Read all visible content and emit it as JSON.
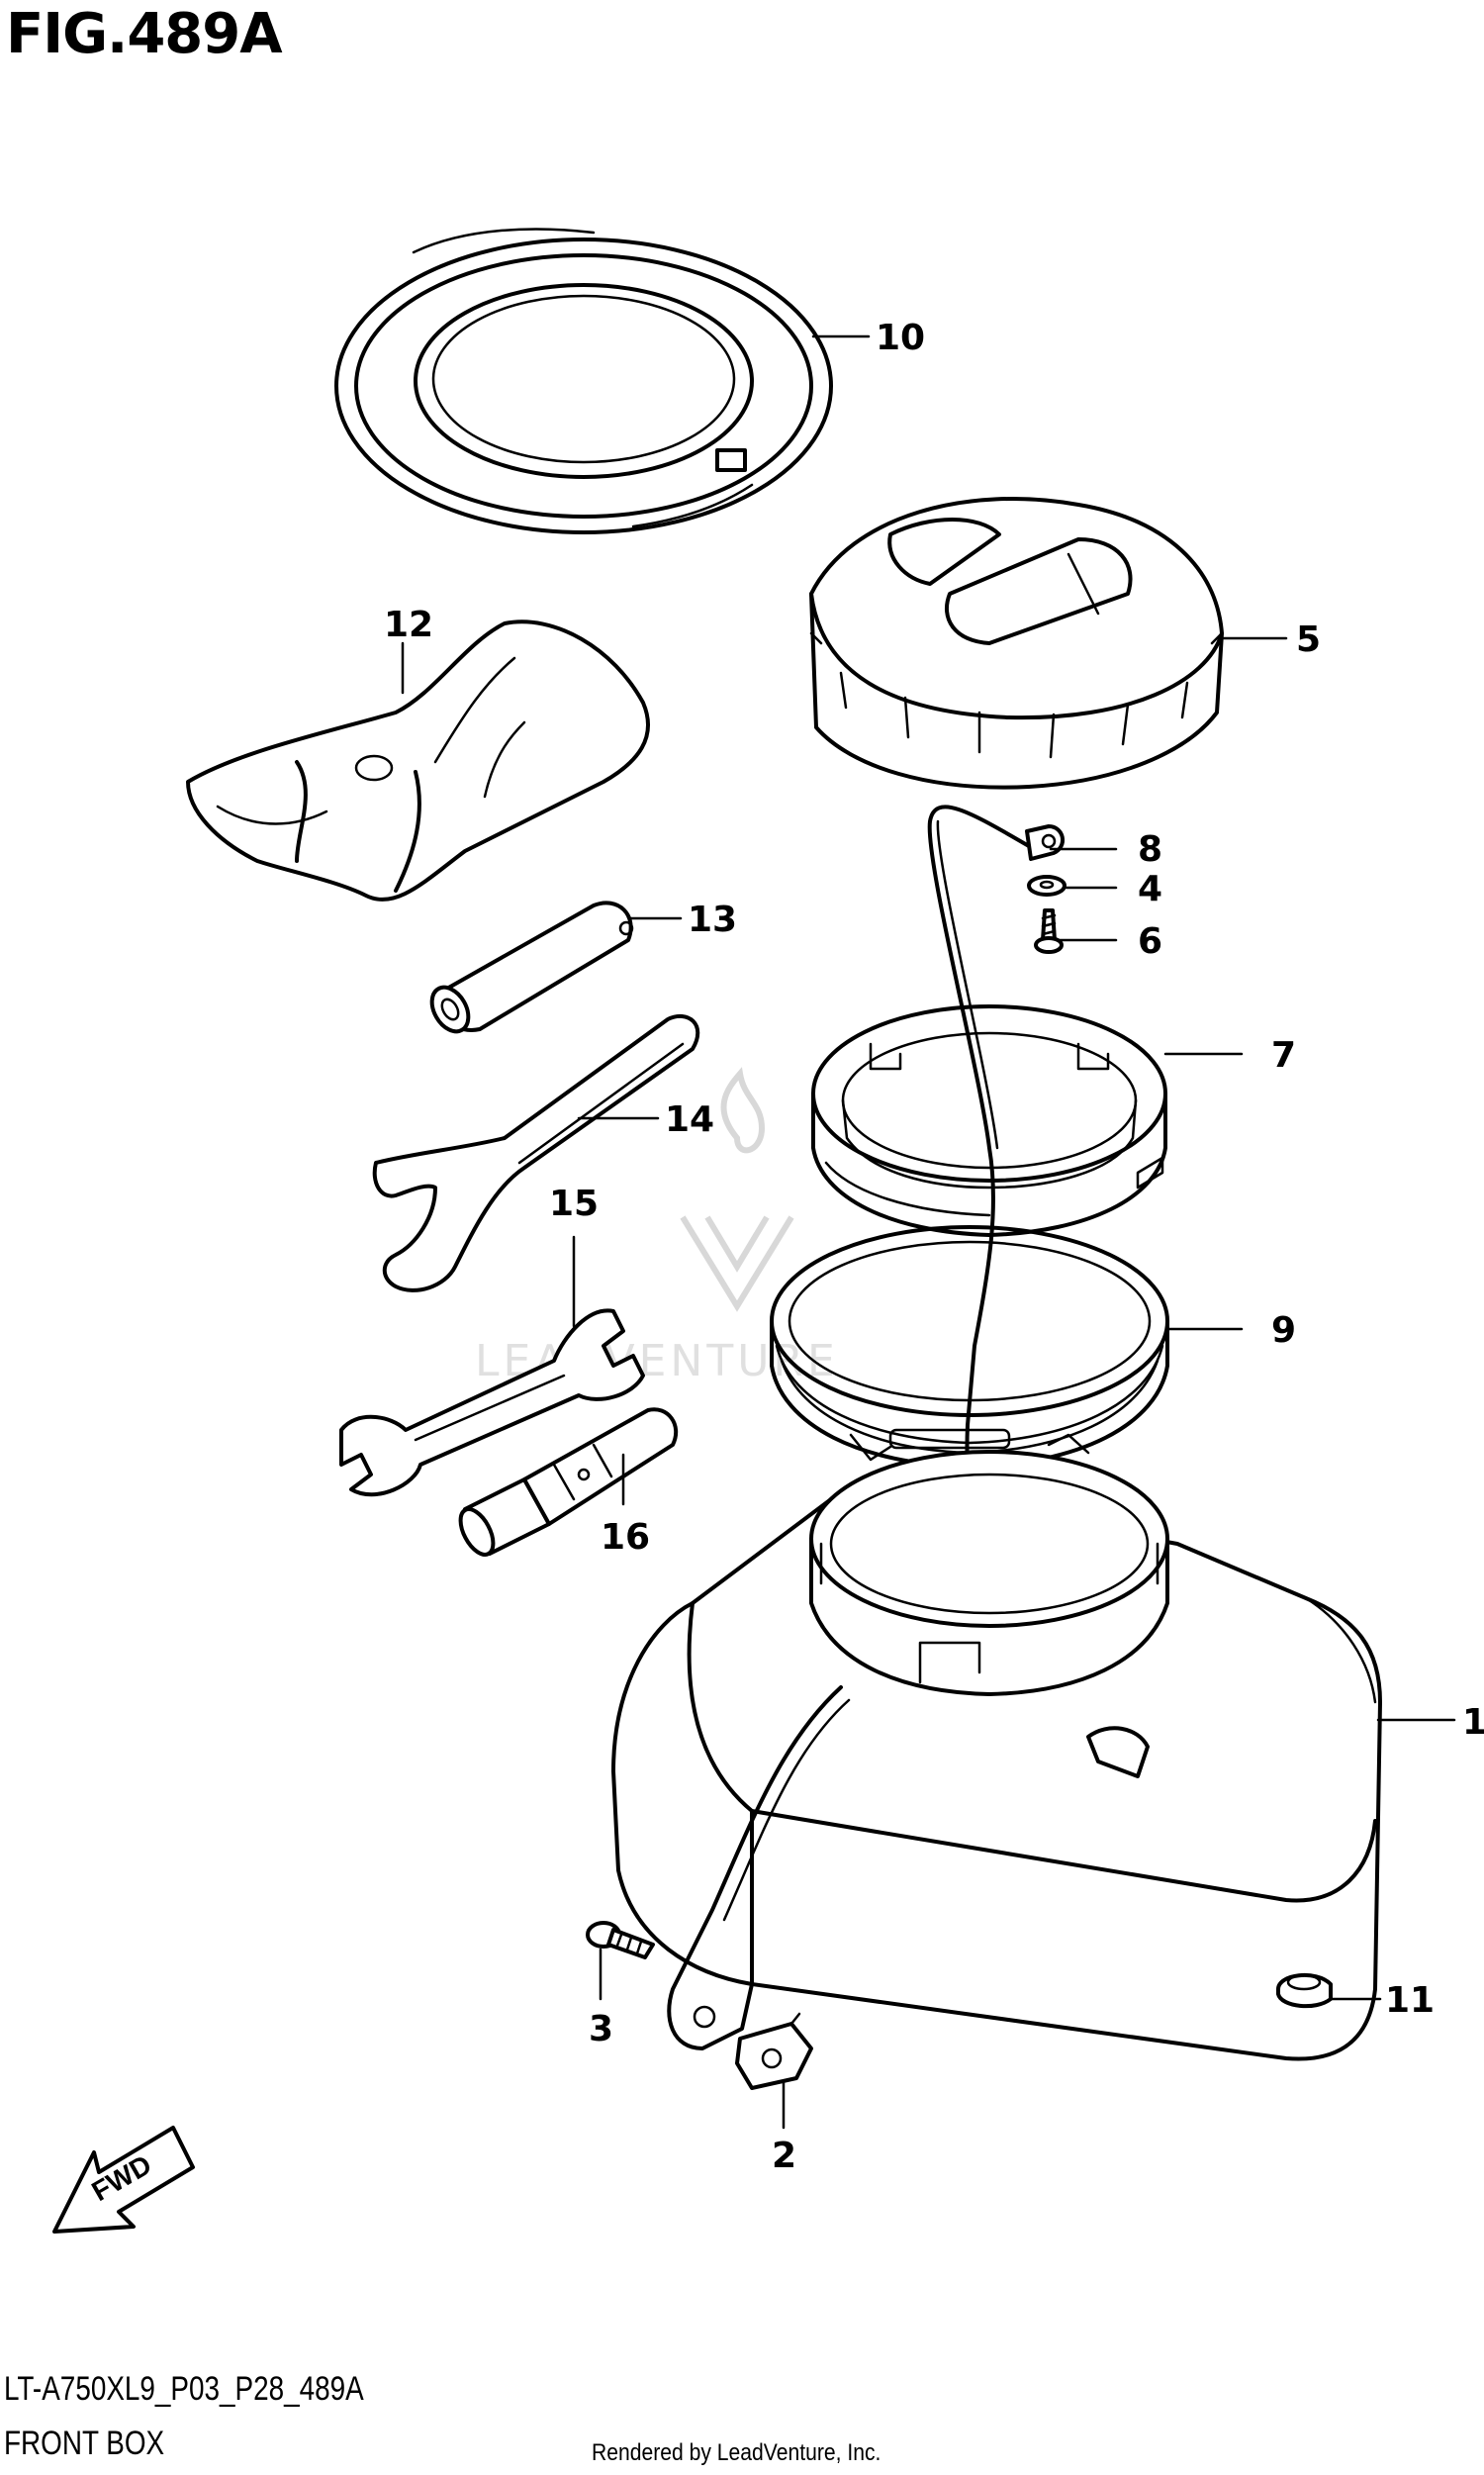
{
  "header": {
    "figure_title": "FIG.489A"
  },
  "footer": {
    "model_code": "LT-A750XL9_P03_P28_489A",
    "section_name": "FRONT BOX",
    "credit": "Rendered by LeadVenture, Inc."
  },
  "fwd_label": "FWD",
  "watermark": {
    "brand": "LEADVENTURE",
    "icon": "leadventure-flame-logo"
  },
  "callouts": [
    "1",
    "2",
    "3",
    "4",
    "5",
    "6",
    "7",
    "8",
    "9",
    "10",
    "11",
    "12",
    "13",
    "14",
    "15",
    "16"
  ]
}
